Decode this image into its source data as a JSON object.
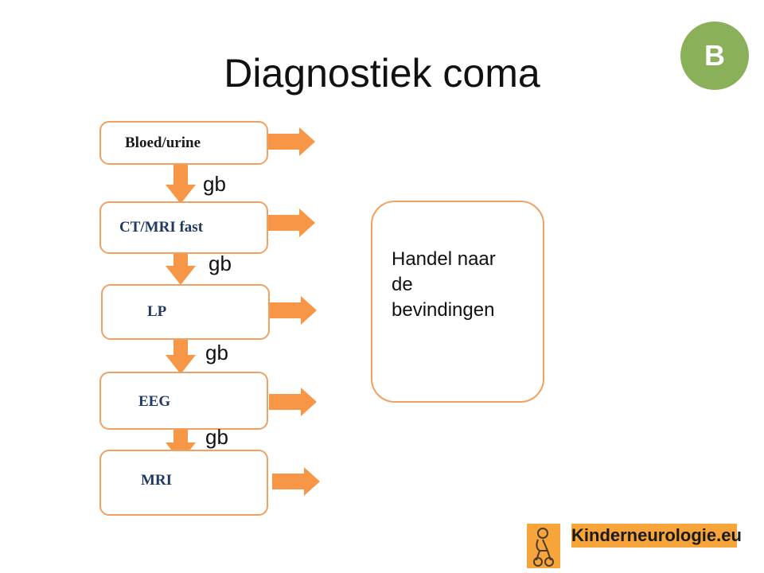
{
  "title": "Diagnostiek coma",
  "badge": "B",
  "steps": [
    {
      "label": "Bloed/urine",
      "color": "#1a1a1a"
    },
    {
      "label": "CT/MRI fast",
      "color": "#1f3864"
    },
    {
      "label": "LP",
      "color": "#1f3864"
    },
    {
      "label": "EEG",
      "color": "#1f3864"
    },
    {
      "label": "MRI",
      "color": "#1f3864"
    }
  ],
  "connector_label": "gb",
  "result_box": {
    "lines": [
      "Handel naar",
      "de",
      "bevindingen"
    ]
  },
  "footer": {
    "site": "Kinderneurologie.eu",
    "logo_icon": "child-figure-icon"
  },
  "colors": {
    "accent": "#f0a060",
    "arrow": "#f79646",
    "badge": "#8ab15a"
  }
}
